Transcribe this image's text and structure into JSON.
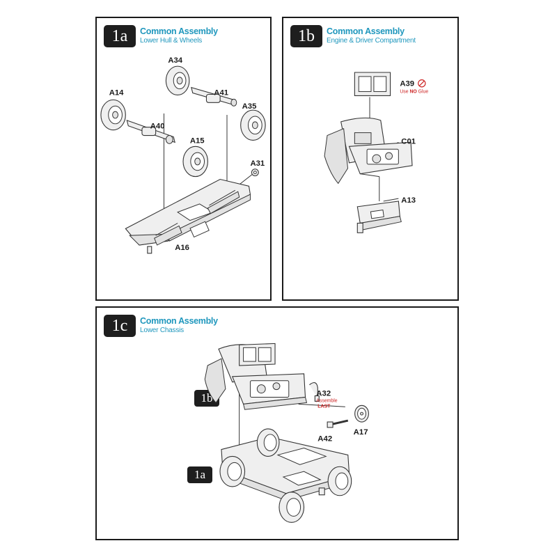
{
  "steps": [
    {
      "badge": "1a",
      "title": "Common Assembly",
      "subtitle": "Lower Hull & Wheels",
      "parts": [
        "A34",
        "A41",
        "A14",
        "A35",
        "A40",
        "A15",
        "A31",
        "A16"
      ]
    },
    {
      "badge": "1b",
      "title": "Common Assembly",
      "subtitle": "Engine & Driver Compartment",
      "parts": [
        "A39",
        "C01",
        "A13"
      ],
      "note_prefix": "Use ",
      "note_bold": "NO",
      "note_suffix": " Glue",
      "note_icon": "no-glue-icon"
    },
    {
      "badge": "1c",
      "title": "Common Assembly",
      "subtitle": "Lower Chassis",
      "parts": [
        "A32",
        "A42",
        "A17"
      ],
      "note_line1": "Assemble",
      "note_line2": "LAST",
      "ref_badges": [
        "1b",
        "1a"
      ]
    }
  ],
  "colors": {
    "heading": "#1f97bd",
    "note": "#cc2222",
    "badge": "#1e1e1e"
  }
}
